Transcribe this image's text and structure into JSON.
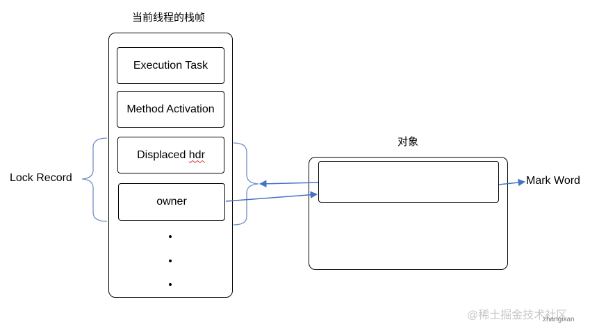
{
  "stack": {
    "title": "当前线程的栈帧",
    "slots": {
      "execution_task": "Execution Task",
      "method_activation": "Method Activation",
      "displaced_hdr_prefix": "Displaced ",
      "displaced_hdr_word": "hdr",
      "owner": "owner"
    }
  },
  "lock_record_label": "Lock Record",
  "object": {
    "title": "对象",
    "mark_word_label": "Mark Word"
  },
  "colors": {
    "arrow": "#4472c4",
    "bracket": "#6f8fc6",
    "border": "#000000",
    "spellcheck_underline": "#d03030"
  },
  "watermark": {
    "main": "@稀土掘金技术社区",
    "sub": "zhangixan"
  }
}
